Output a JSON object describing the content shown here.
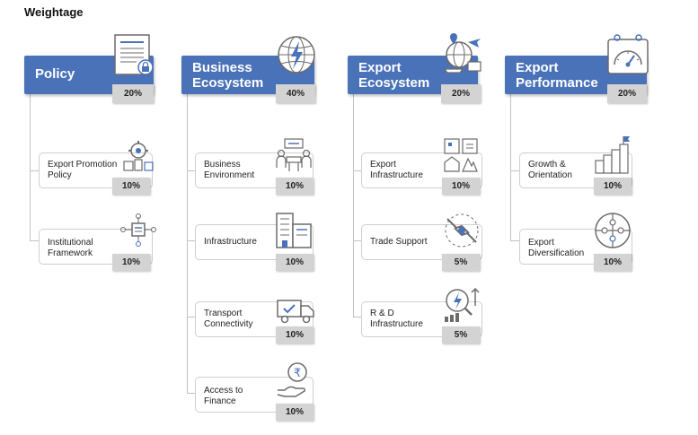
{
  "title": "Weightage",
  "colors": {
    "category": "#4a72b8",
    "badge": "#d3d3d3",
    "line": "#c2c2c2"
  },
  "categories": [
    {
      "label": "Policy",
      "weight": "20%",
      "icon": "document-lock-icon",
      "items": [
        {
          "label": "Export Promotion Policy",
          "weight": "10%",
          "icon": "policy-gear-icon"
        },
        {
          "label": "Institutional Framework",
          "weight": "10%",
          "icon": "network-hub-icon"
        }
      ]
    },
    {
      "label": "Business Ecosystem",
      "weight": "40%",
      "icon": "globe-lightning-icon",
      "items": [
        {
          "label": "Business Environment",
          "weight": "10%",
          "icon": "meeting-icon"
        },
        {
          "label": "Infrastructure",
          "weight": "10%",
          "icon": "buildings-icon"
        },
        {
          "label": "Transport Connectivity",
          "weight": "10%",
          "icon": "delivery-truck-icon"
        },
        {
          "label": "Access to Finance",
          "weight": "10%",
          "icon": "rupee-hand-icon"
        }
      ]
    },
    {
      "label": "Export Ecosystem",
      "weight": "20%",
      "icon": "global-trade-icon",
      "items": [
        {
          "label": "Export Infrastructure",
          "weight": "10%",
          "icon": "industry-grid-icon"
        },
        {
          "label": "Trade Support",
          "weight": "5%",
          "icon": "handshake-icon"
        },
        {
          "label": "R & D Infrastructure",
          "weight": "5%",
          "icon": "innovation-growth-icon"
        }
      ]
    },
    {
      "label": "Export Performance",
      "weight": "20%",
      "icon": "dashboard-gauge-icon",
      "items": [
        {
          "label": "Growth & Orientation",
          "weight": "10%",
          "icon": "growth-steps-icon"
        },
        {
          "label": "Export Diversification",
          "weight": "10%",
          "icon": "puzzle-circle-icon"
        }
      ]
    }
  ]
}
